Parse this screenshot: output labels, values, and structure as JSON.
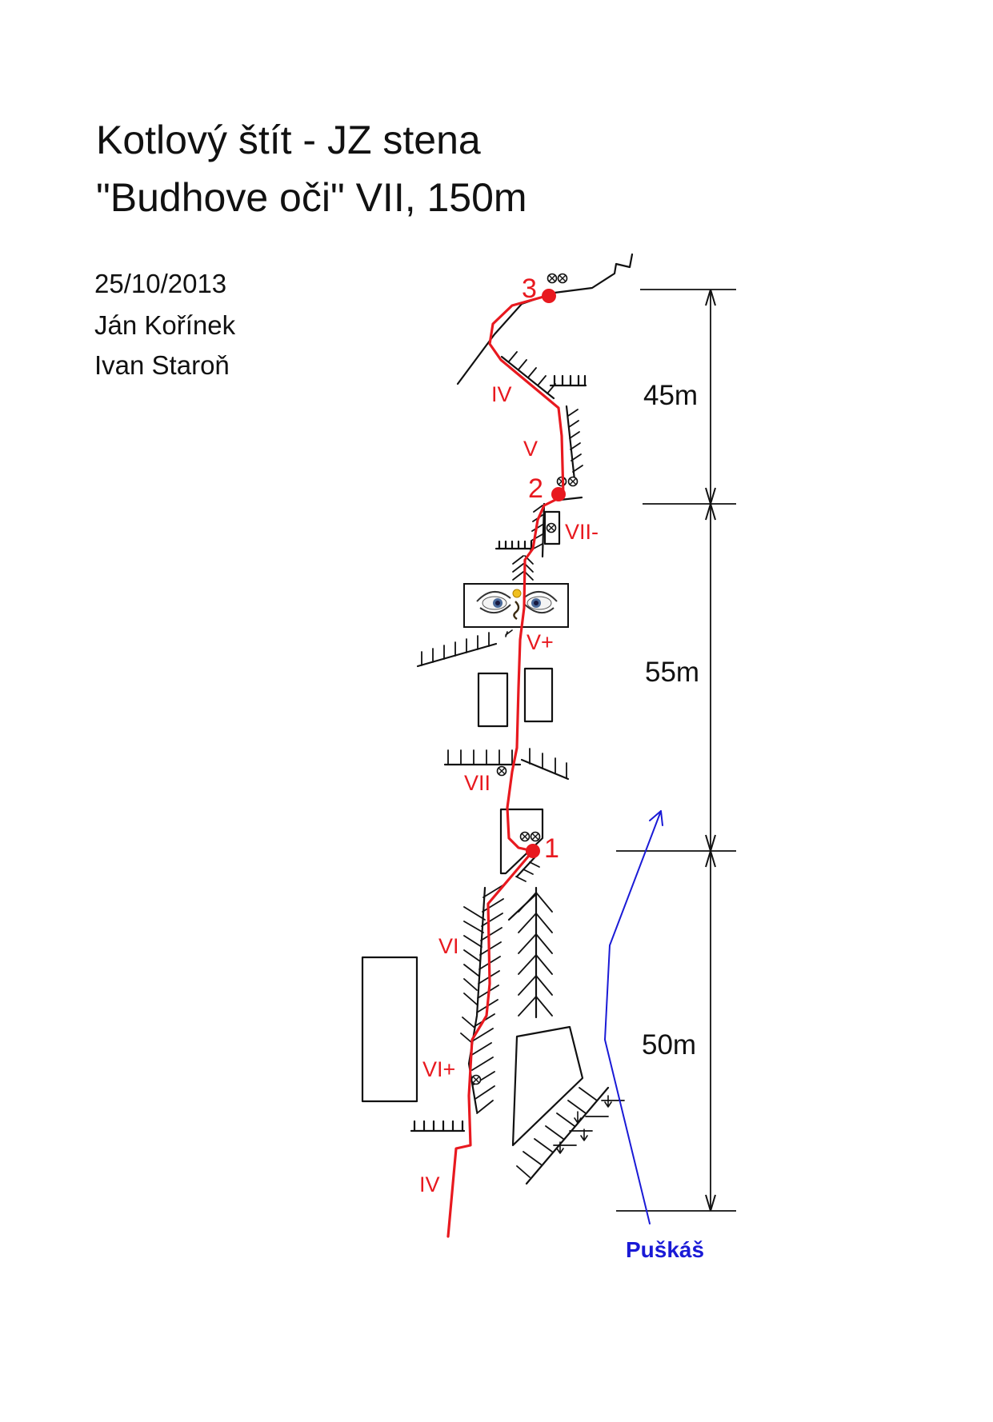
{
  "header": {
    "title_line1": "Kotlový štít - JZ stena",
    "title_line2": "\"Budhove oči\" VII, 150m"
  },
  "ascent": {
    "date": "25/10/2013",
    "climbers": [
      "Ján Kořínek",
      "Ivan Staroň"
    ]
  },
  "route": {
    "color": "#e8191f",
    "belays": [
      "1",
      "2",
      "3"
    ],
    "grades": [
      "IV",
      "VI+",
      "VI",
      "VII",
      "V+",
      "VII-",
      "V",
      "IV"
    ]
  },
  "pitch_lengths": [
    "50m",
    "55m",
    "45m"
  ],
  "neighbor_route": {
    "name": "Puškáš",
    "color": "#1a1ad6"
  },
  "icons": {
    "bolt": "bolt-icon",
    "eyes": "buddha-eyes-icon"
  }
}
